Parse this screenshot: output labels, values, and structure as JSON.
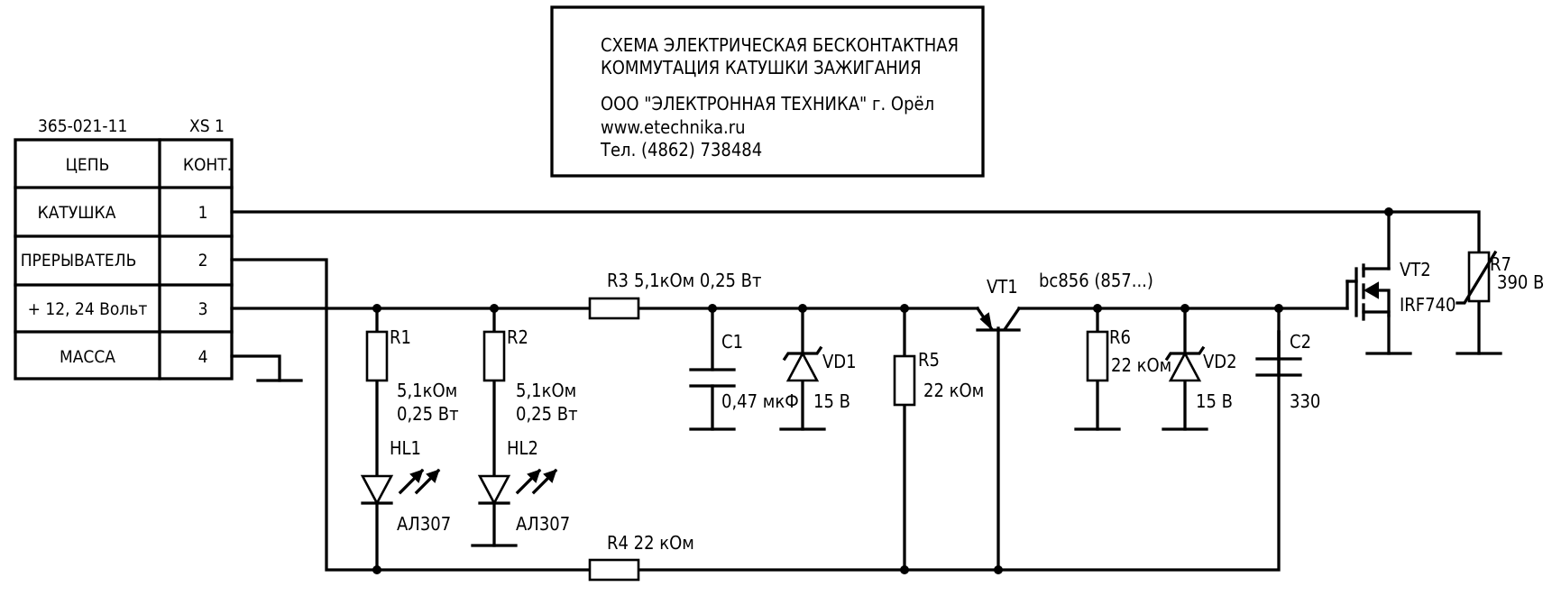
{
  "title_block": {
    "line1": "СХЕМА ЭЛЕКТРИЧЕСКАЯ БЕСКОНТАКТНАЯ",
    "line2": "КОММУТАЦИЯ КАТУШКИ ЗАЖИГАНИЯ",
    "company": "ООО \"ЭЛЕКТРОННАЯ ТЕХНИКА\" г. Орёл",
    "website": "www.etechnika.ru",
    "phone": "Тел. (4862) 738484"
  },
  "connector": {
    "part_number": "365-021-11",
    "designator": "XS 1",
    "header_circuit": "ЦЕПЬ",
    "header_contact": "КОНТ.",
    "rows": [
      {
        "circuit": "КАТУШКА",
        "contact": "1"
      },
      {
        "circuit": "ПРЕРЫВАТЕЛЬ",
        "contact": "2"
      },
      {
        "circuit": "+ 12, 24 Вольт",
        "contact": "3"
      },
      {
        "circuit": "МАССА",
        "contact": "4"
      }
    ]
  },
  "components": {
    "R1": {
      "ref": "R1",
      "value": "5,1кОм",
      "power": "0,25 Вт"
    },
    "R2": {
      "ref": "R2",
      "value": "5,1кОм",
      "power": "0,25 Вт"
    },
    "R3": {
      "ref": "R3",
      "spec": "5,1кОм 0,25 Вт"
    },
    "R4": {
      "label": "R4 22 кОм"
    },
    "R5": {
      "ref": "R5",
      "value": "22 кОм"
    },
    "R6": {
      "ref": "R6",
      "value": "22 кОм"
    },
    "R7": {
      "ref": "R7",
      "value": "390 В"
    },
    "C1": {
      "ref": "C1",
      "value": "0,47 мкФ"
    },
    "C2": {
      "ref": "C2",
      "value": "330"
    },
    "VD1": {
      "ref": "VD1",
      "value": "15 В"
    },
    "VD2": {
      "ref": "VD2",
      "value": "15 В"
    },
    "HL1": {
      "ref": "HL1",
      "part": "АЛ307"
    },
    "HL2": {
      "ref": "HL2",
      "part": "АЛ307"
    },
    "VT1": {
      "ref": "VT1",
      "part": "bc856 (857...)"
    },
    "VT2": {
      "ref": "VT2",
      "part": "IRF740"
    }
  }
}
